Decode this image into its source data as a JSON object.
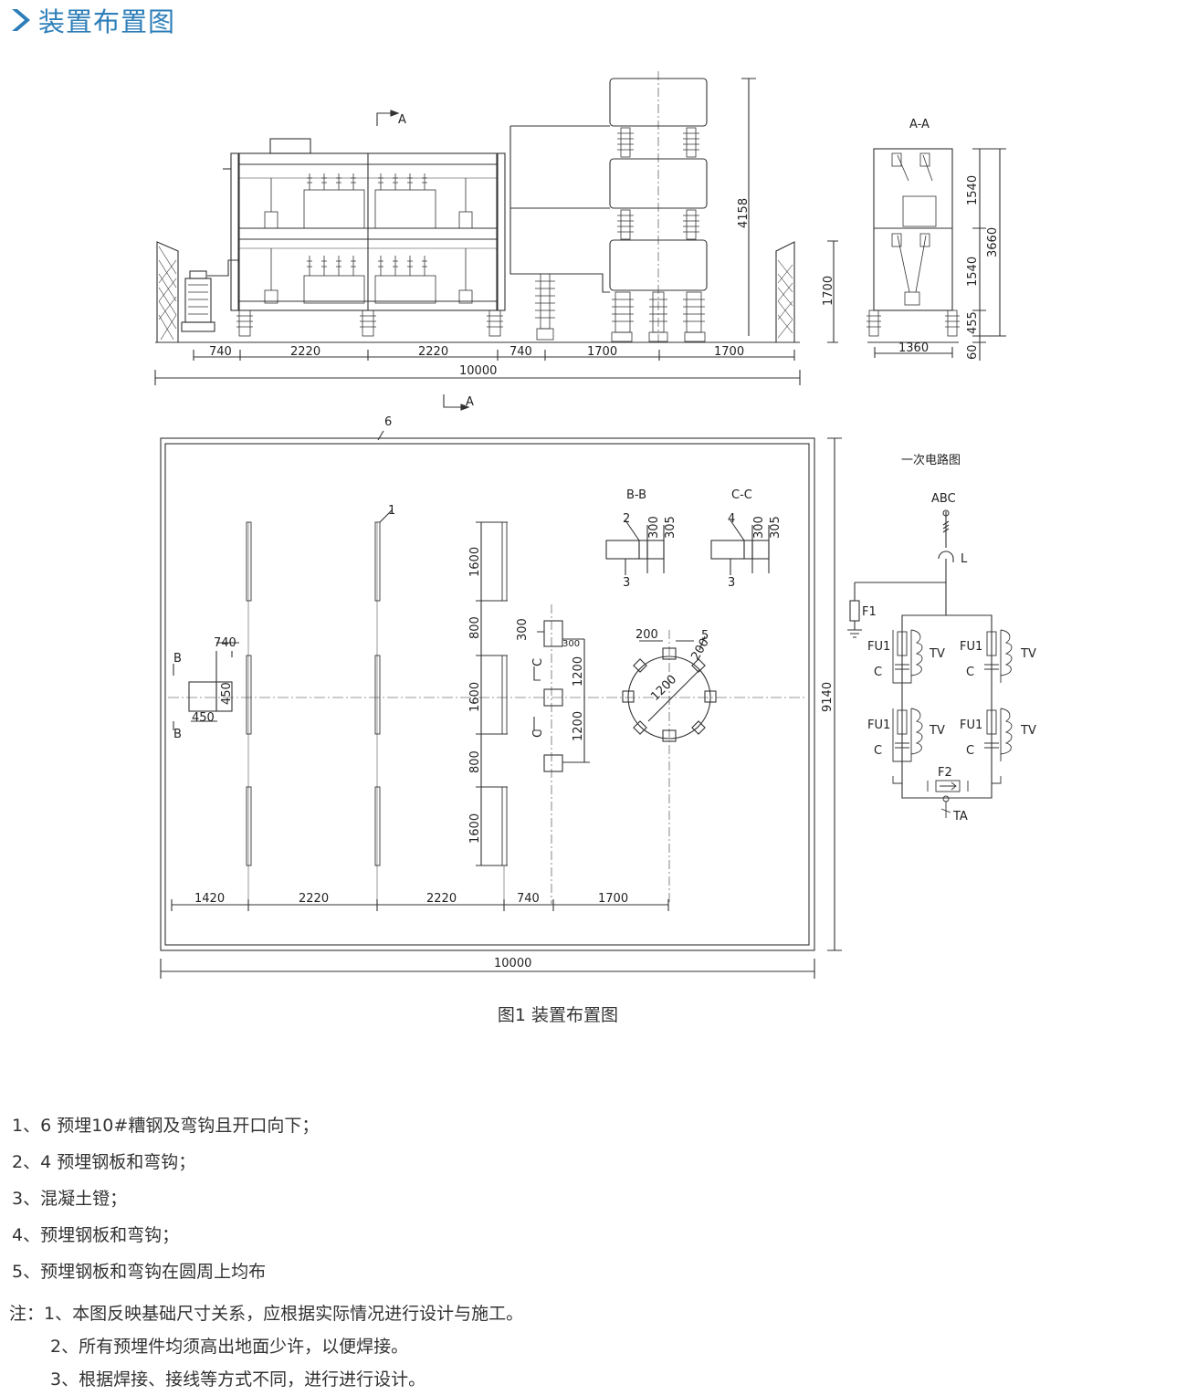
{
  "header": {
    "title": "装置布置图",
    "icon": "chevron-right-icon",
    "accent": "#2e7fb9"
  },
  "elevation": {
    "section_mark": "A",
    "dims_bottom": [
      "740",
      "2220",
      "2220",
      "740",
      "1700",
      "1700"
    ],
    "total": "10000",
    "height_tower": "4158",
    "height_fence": "1700"
  },
  "section_aa": {
    "title": "A-A",
    "dims": [
      "1540",
      "1540",
      "455",
      "60"
    ],
    "total_height": "3660",
    "width": "1360"
  },
  "plan": {
    "callout_6": "6",
    "callout_1": "1",
    "callout_5": "5",
    "bb_title": "B-B",
    "cc_title": "C-C",
    "bb_callout_2": "2",
    "bb_callout_3": "3",
    "cc_callout_4": "4",
    "cc_callout_3": "3",
    "dim_300": "300",
    "dim_305": "305",
    "section_b": "B",
    "section_c": "C",
    "dim_740": "740",
    "dim_450": "450",
    "dims_slot": [
      "1600",
      "800",
      "1600",
      "800",
      "1600"
    ],
    "dim_200": "200",
    "dim_1200": "1200",
    "dims_bottom": [
      "1420",
      "2220",
      "2220",
      "740",
      "1700"
    ],
    "total_width": "10000",
    "total_height": "9140"
  },
  "circuit": {
    "title": "一次电路图",
    "abc": "ABC",
    "l": "L",
    "f1": "F1",
    "fu1": "FU1",
    "tv": "TV",
    "c": "C",
    "f2": "F2",
    "ta": "TA"
  },
  "caption": "图1 装置布置图",
  "notes": [
    "1、6 预埋10#糟钢及弯钩且开口向下；",
    "2、4 预埋钢板和弯钩；",
    "3、混凝土镫；",
    "4、预埋钢板和弯钩；",
    "5、预埋钢板和弯钩在圆周上均布"
  ],
  "remarks": [
    "注：1、本图反映基础尺寸关系，应根据实际情况进行设计与施工。",
    "2、所有预埋件均须高出地面少许，以便焊接。",
    "3、根据焊接、接线等方式不同，进行进行设计。"
  ]
}
